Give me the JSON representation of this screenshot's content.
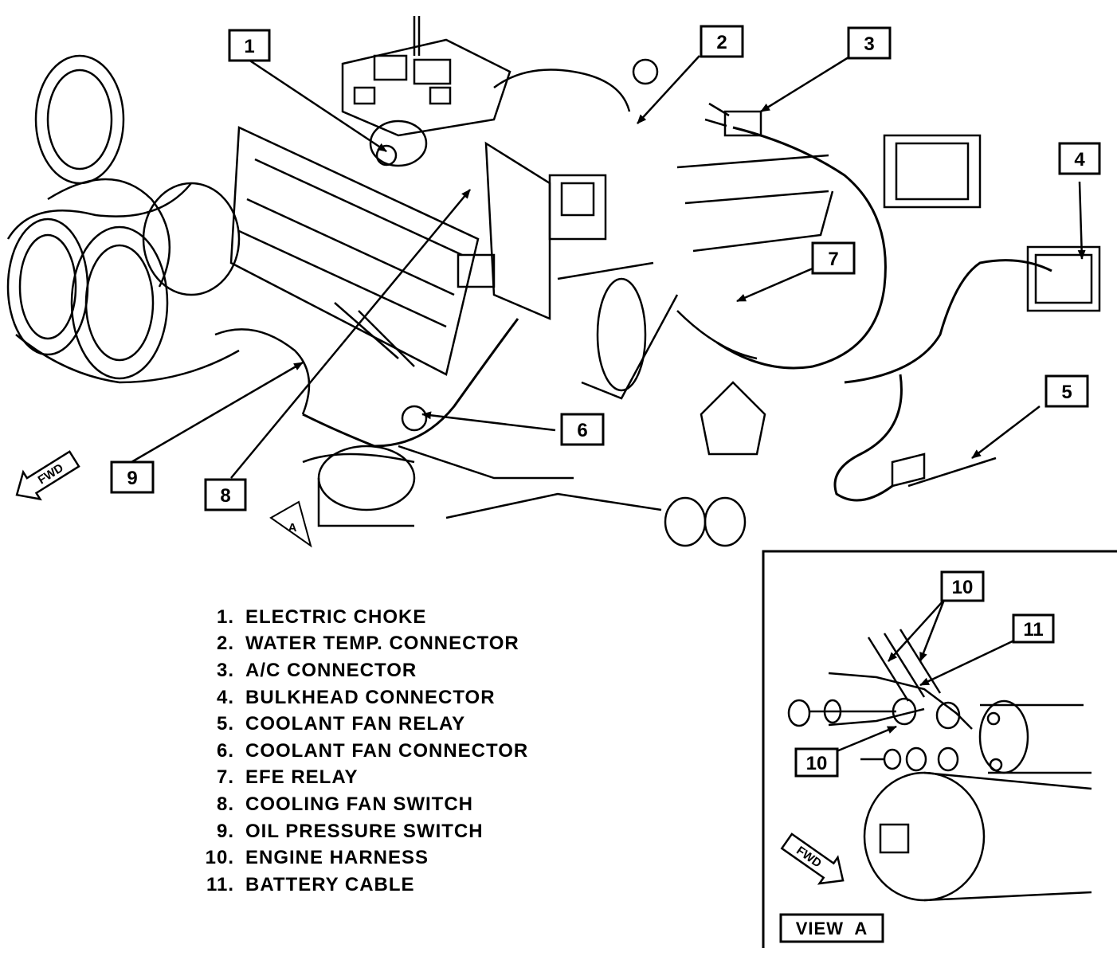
{
  "callouts": [
    "1",
    "2",
    "3",
    "4",
    "5",
    "6",
    "7",
    "8",
    "9",
    "10",
    "11"
  ],
  "legend": [
    {
      "num": "1.",
      "label": "ELECTRIC CHOKE"
    },
    {
      "num": "2.",
      "label": "WATER TEMP. CONNECTOR"
    },
    {
      "num": "3.",
      "label": "A/C CONNECTOR"
    },
    {
      "num": "4.",
      "label": "BULKHEAD CONNECTOR"
    },
    {
      "num": "5.",
      "label": "COOLANT FAN RELAY"
    },
    {
      "num": "6.",
      "label": "COOLANT FAN CONNECTOR"
    },
    {
      "num": "7.",
      "label": "EFE RELAY"
    },
    {
      "num": "8.",
      "label": "COOLING FAN SWITCH"
    },
    {
      "num": "9.",
      "label": "OIL PRESSURE SWITCH"
    },
    {
      "num": "10.",
      "label": "ENGINE HARNESS"
    },
    {
      "num": "11.",
      "label": "BATTERY CABLE"
    }
  ],
  "fwd_label": "FWD",
  "view_marker": "A",
  "view_title": "VIEW  A"
}
